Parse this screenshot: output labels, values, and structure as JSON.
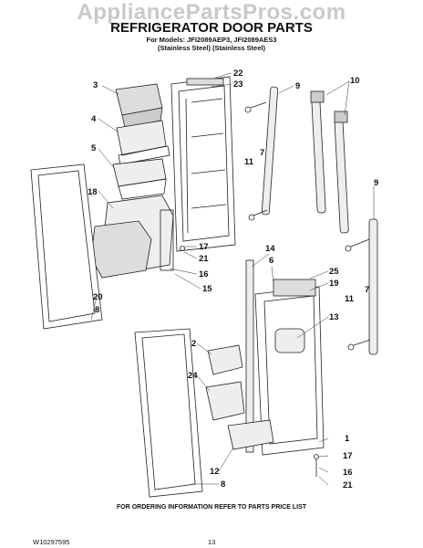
{
  "watermark": "AppliancePartsPros.com",
  "title": "REFRIGERATOR DOOR PARTS",
  "models_line": "For Models: JFI2089AEP3, JFI2089AES3",
  "finish_line": "(Stainless Steel) (Stainless Steel)",
  "callouts": [
    "22",
    "23",
    "3",
    "9",
    "10",
    "4",
    "7",
    "11",
    "5",
    "18",
    "17",
    "21",
    "16",
    "15",
    "20",
    "8",
    "14",
    "6",
    "9",
    "25",
    "19",
    "7",
    "13",
    "2",
    "24",
    "11",
    "1",
    "17",
    "16",
    "21",
    "12",
    "8"
  ],
  "footer": "FOR ORDERING INFORMATION REFER TO PARTS PRICE LIST",
  "doc_number": "W10297595",
  "page_number": "13"
}
